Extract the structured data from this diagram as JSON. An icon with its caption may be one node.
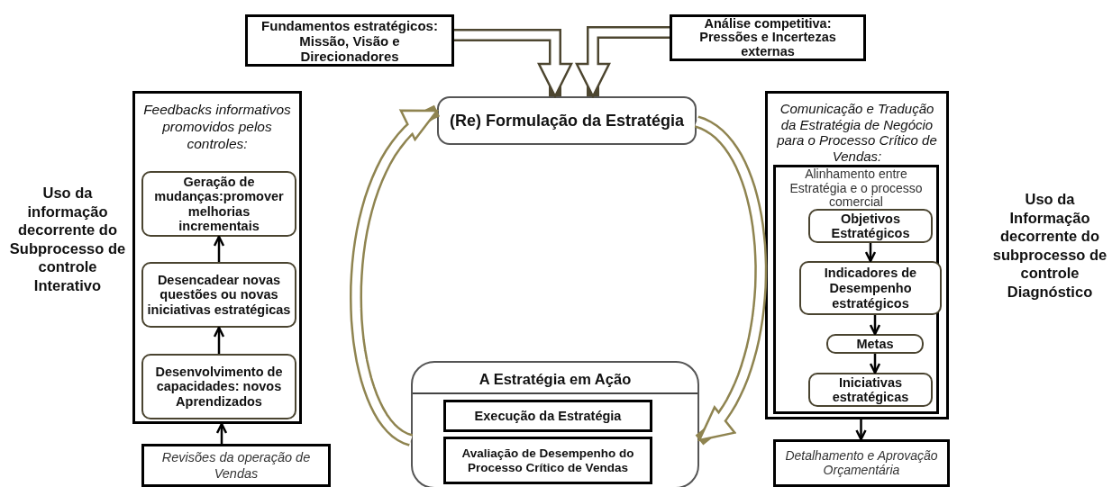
{
  "diagram": {
    "nodes": [
      {
        "text": [
          "Fundamentos estratégicos: Missão, Visão  e Direcionadores"
        ]
      },
      {
        "text": [
          "Análise competitiva: Pressões e Incertezas externas"
        ]
      },
      {
        "text": [
          "(Re) Formulação da Estratégia"
        ]
      },
      {
        "text": [
          "Feedbacks informativos promovidos pelos controles:"
        ]
      },
      {
        "text": [
          "Geração de mudanças:promover melhorias incrementais"
        ],
        "in": 3
      },
      {
        "text": [
          "Desencadear novas questões ou novas iniciativas estratégicas"
        ],
        "in": 3
      },
      {
        "text": [
          "Desenvolvimento de capacidades: novos Aprendizados"
        ],
        "in": 3
      },
      {
        "text": [
          "Revisões da operação de Vendas"
        ]
      },
      {
        "text": [
          "A Estratégia em Ação"
        ]
      },
      {
        "text": [
          "Execução da Estratégia"
        ],
        "in": 8
      },
      {
        "text": [
          "Avaliação de Desempenho do Processo Crítico de Vendas"
        ],
        "in": 8
      },
      {
        "text": [
          "Comunicação e Tradução da Estratégia de Negócio para o Processo Crítico de Vendas:"
        ]
      },
      {
        "text": [
          "Alinhamento entre Estratégia e o processo comercial"
        ],
        "in": 11
      },
      {
        "text": [
          "Objetivos Estratégicos"
        ],
        "in": 12
      },
      {
        "text": [
          "Indicadores de Desempenho estratégicos"
        ],
        "in": 12
      },
      {
        "text": [
          "Metas"
        ],
        "in": 12
      },
      {
        "text": [
          "Iniciativas estratégicas"
        ],
        "in": 12
      },
      {
        "text": [
          "Detalhamento e Aprovação Orçamentária"
        ]
      }
    ],
    "edges": [
      {
        "from": 0,
        "to": 2,
        "arrow": "to",
        "style": "thick",
        "color": "#4d4630"
      },
      {
        "from": 1,
        "to": 2,
        "arrow": "to",
        "style": "thick",
        "color": "#4d4630"
      },
      {
        "from": 8,
        "to": 2,
        "arrow": "to",
        "style": "thick",
        "color": "#8f8450"
      },
      {
        "from": 2,
        "to": 8,
        "arrow": "to",
        "style": "thick",
        "color": "#8f8450"
      },
      {
        "from": 6,
        "to": 5,
        "arrow": "to"
      },
      {
        "from": 5,
        "to": 4,
        "arrow": "to"
      },
      {
        "from": 7,
        "to": 3,
        "arrow": "to"
      },
      {
        "from": 13,
        "to": 14,
        "arrow": "to"
      },
      {
        "from": 14,
        "to": 15,
        "arrow": "to"
      },
      {
        "from": 15,
        "to": 16,
        "arrow": "to"
      },
      {
        "from": 11,
        "to": 17,
        "arrow": "to"
      }
    ],
    "labels": [
      "Uso da informação decorrente do Subprocesso de controle Interativo",
      "Uso da Informação decorrente do subprocesso de controle Diagnóstico"
    ]
  }
}
